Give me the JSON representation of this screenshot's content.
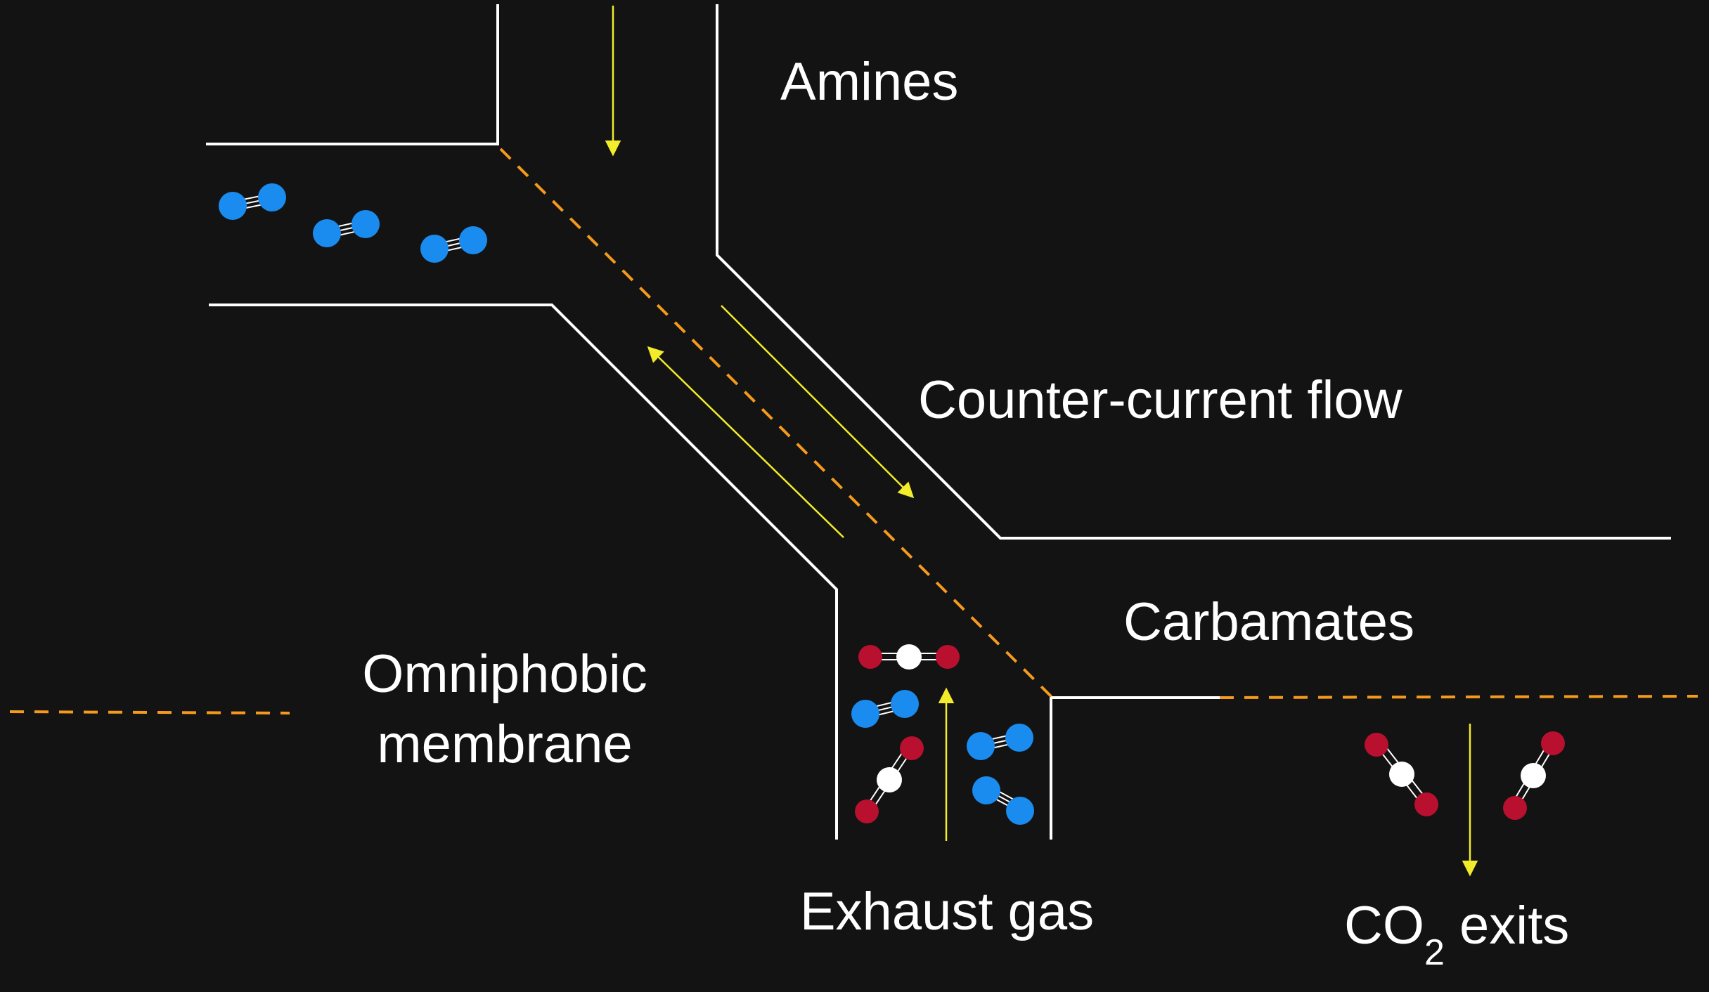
{
  "labels": {
    "amines": "Amines",
    "counter_current_flow": "Counter-current flow",
    "carbamates": "Carbamates",
    "omniphobic_membrane_line1": "Omniphobic",
    "omniphobic_membrane_line2": "membrane",
    "exhaust_gas": "Exhaust gas",
    "co2_exits_prefix": "CO",
    "co2_exits_subscript": "2",
    "co2_exits_suffix": " exits"
  },
  "colors": {
    "background": "#131313",
    "channel_wall": "#ffffff",
    "membrane": "#f59a1c",
    "flow_arrow": "#f2ec2a",
    "nitrogen_atom": "#1a8cf0",
    "oxygen_atom": "#b8102e",
    "carbon_atom": "#ffffff"
  },
  "molecules": {
    "nitrogen": "N2",
    "carbon_dioxide": "CO2"
  }
}
